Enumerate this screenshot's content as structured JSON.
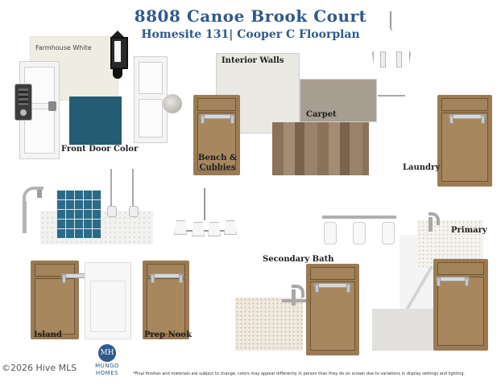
{
  "header": {
    "title": "8808 Canoe Brook Court",
    "subtitle": "Homesite 131| Cooper C Floorplan"
  },
  "labels": {
    "farmhouse_white": "Farmhouse White",
    "front_door_color": "Front Door Color",
    "interior_walls": "Interior Walls",
    "carpet": "Carpet",
    "bench_cubbies": "Bench & Cubbies",
    "laundry": "Laundry",
    "primary": "Primary",
    "secondary_bath": "Secondary Bath",
    "island": "Island",
    "prep_nook": "Prep Nook"
  },
  "logo": {
    "initials": "MH",
    "line1": "MUNGO",
    "line2": "HOMES"
  },
  "watermark": "©2026 Hive MLS",
  "footnote": "*Final finishes and materials are subject to change, colors may appear differently in person than they do on screen due to variations in display settings and lighting.",
  "colors": {
    "title": "#2f5a8c",
    "front_door": "#245d73",
    "cabinet": "#9a7b53",
    "backsplash": "#2b6b8a",
    "farmhouse_white": "#efece2",
    "interior_walls": "#e9e8e3",
    "carpet": "#a79d91"
  }
}
